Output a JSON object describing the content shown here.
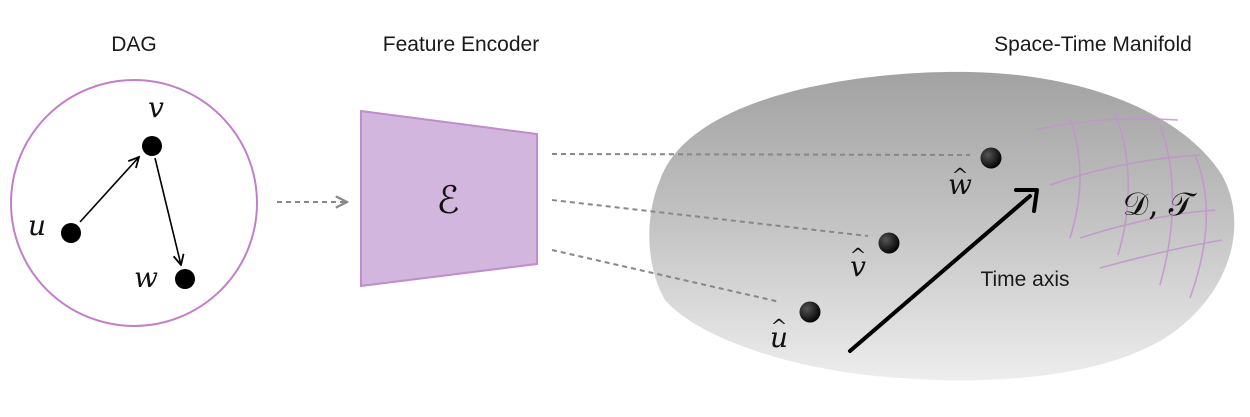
{
  "titles": {
    "dag": "DAG",
    "encoder": "Feature Encoder",
    "manifold": "Space-Time Manifold"
  },
  "dag_nodes": {
    "u": "u",
    "v": "v",
    "w": "w"
  },
  "encoder_symbol": "ℰ",
  "embedded_nodes": {
    "u_hat": "u",
    "v_hat": "v",
    "w_hat": "w",
    "hat_mark": "^"
  },
  "manifold": {
    "time_axis_label": "Time axis",
    "grid_label": "𝒟, 𝒯"
  },
  "colors": {
    "purple": "#c27fc9",
    "purple_fill": "#d2b6dd",
    "manifold_dark": "#a4a4a4",
    "manifold_light": "#ececec",
    "dashed": "#888888"
  }
}
